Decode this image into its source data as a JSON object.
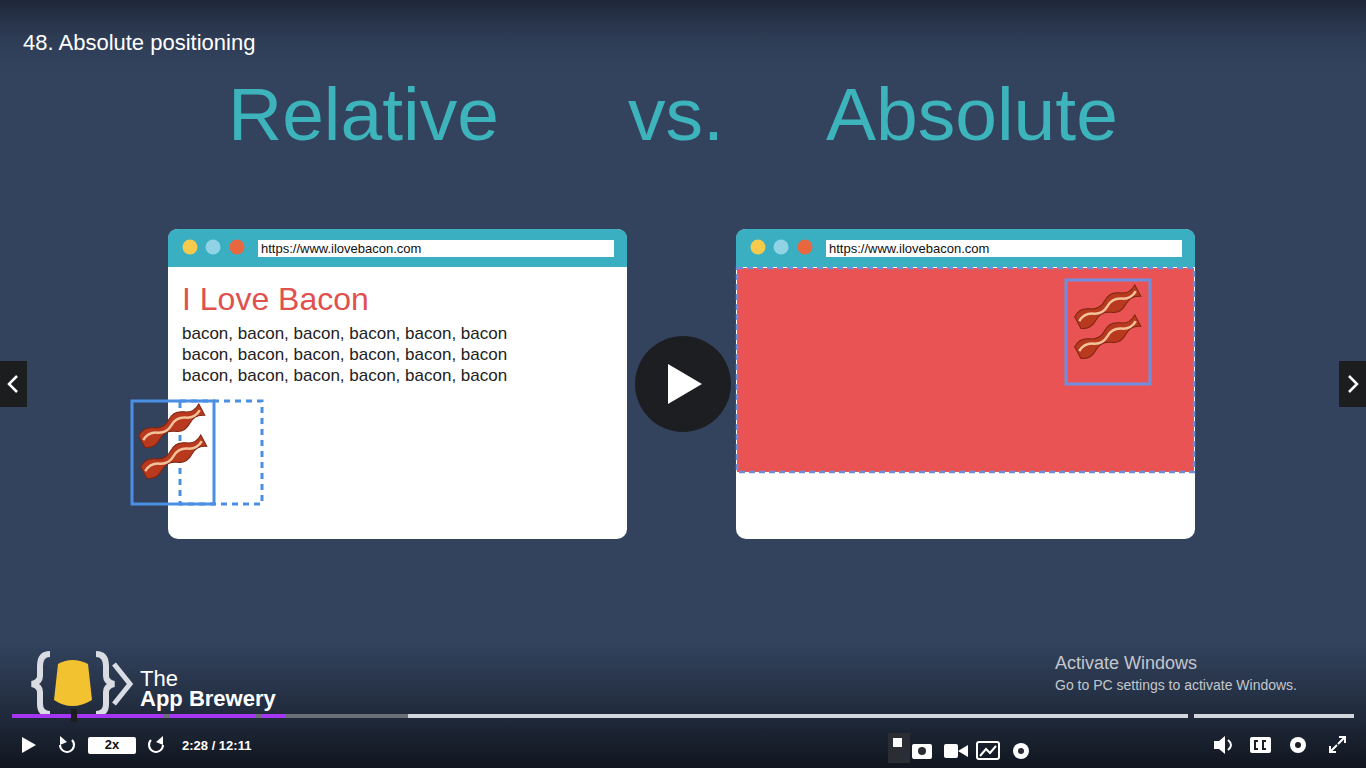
{
  "diagram": {
    "title": "48. Absolute positioning",
    "nodes": [
      {
        "text": [
          "https://www.ilovebacon.com",
          "I Love Bacon",
          "bacon, bacon, bacon, bacon, bacon, bacon bacon, bacon, bacon, bacon, bacon, bacon bacon, bacon, bacon, bacon, bacon, bacon"
        ]
      },
      {
        "text": [
          "https://www.ilovebacon.com"
        ]
      },
      {
        "text": [
          "2x"
        ]
      }
    ],
    "labels": [
      "Relative",
      "vs.",
      "Absolute",
      "The",
      "App Brewery",
      "Activate Windows",
      "Go to PC settings to activate Windows.",
      "2:28 / 12:11"
    ]
  }
}
